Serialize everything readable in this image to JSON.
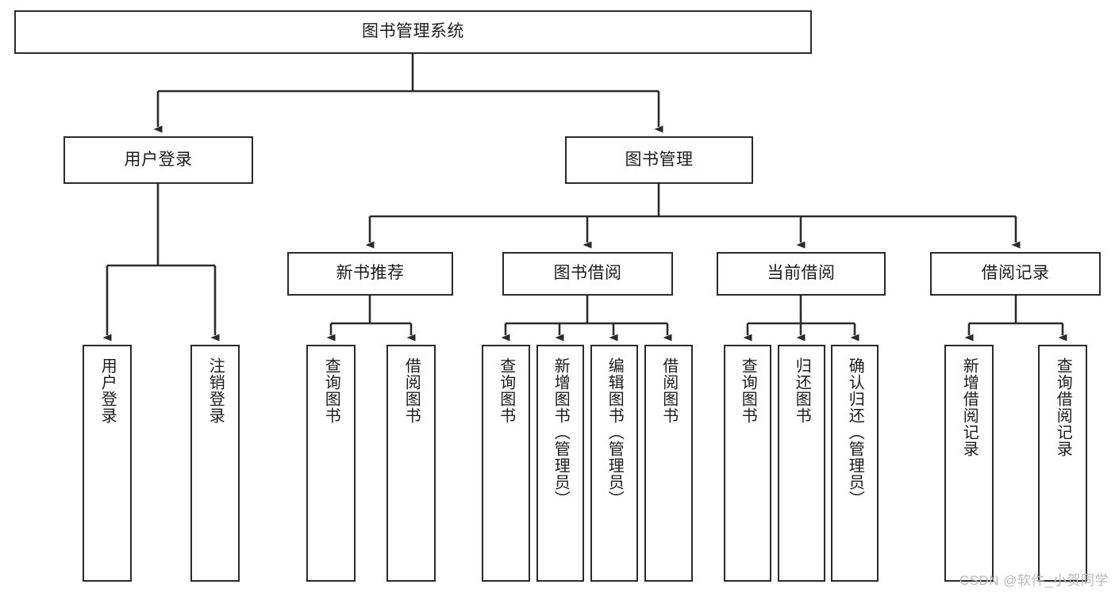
{
  "diagram": {
    "title": "图书管理系统",
    "type": "tree-hierarchy-diagram",
    "colors": {
      "background": "#ffffff",
      "node_fill": "#ffffff",
      "node_stroke": "#2b2b2b",
      "text": "#1c1c1c",
      "edge": "#2b2b2b",
      "watermark": "#b9b9b9"
    }
  },
  "root": {
    "label": "图书管理系统"
  },
  "level2": [
    {
      "label": "用户登录"
    },
    {
      "label": "图书管理"
    }
  ],
  "level3": [
    {
      "label": "新书推荐"
    },
    {
      "label": "图书借阅"
    },
    {
      "label": "当前借阅"
    },
    {
      "label": "借阅记录"
    }
  ],
  "leaves": {
    "user_login": [
      {
        "label": "用户登录"
      },
      {
        "label": "注销登录"
      }
    ],
    "new_book_recommend": [
      {
        "label": "查询图书"
      },
      {
        "label": "借阅图书"
      }
    ],
    "book_borrow": [
      {
        "label": "查询图书"
      },
      {
        "label": "新增图书（管理员）"
      },
      {
        "label": "编辑图书（管理员）"
      },
      {
        "label": "借阅图书"
      }
    ],
    "current_borrow": [
      {
        "label": "查询图书"
      },
      {
        "label": "归还图书"
      },
      {
        "label": "确认归还（管理员）"
      }
    ],
    "borrow_record": [
      {
        "label": "新增借阅记录"
      },
      {
        "label": "查询借阅记录"
      }
    ]
  },
  "watermark": {
    "text": "CSDN @软件_小贺同学"
  }
}
